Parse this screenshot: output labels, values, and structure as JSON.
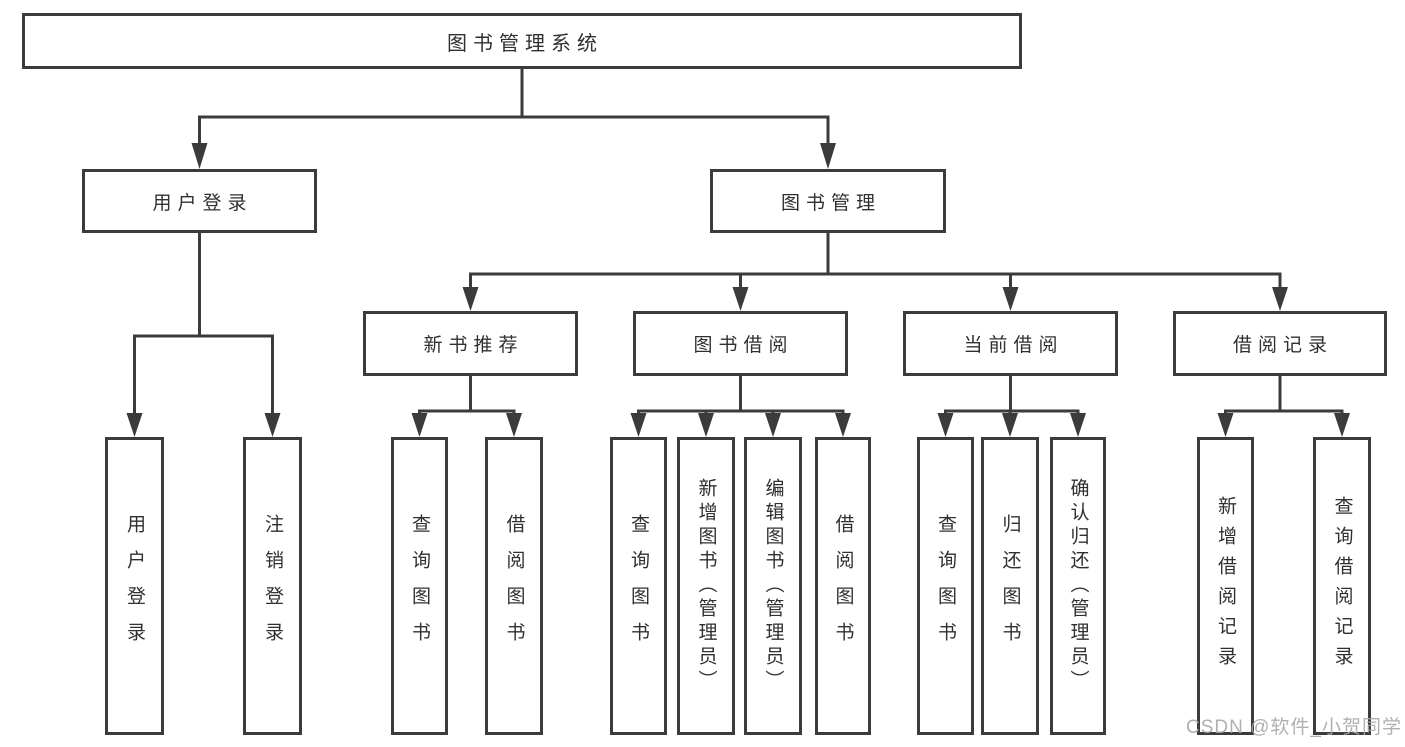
{
  "diagram": {
    "root": {
      "label": "图书管理系统"
    },
    "level2": [
      {
        "label": "用户登录"
      },
      {
        "label": "图书管理"
      }
    ],
    "level3": [
      {
        "label": "新书推荐"
      },
      {
        "label": "图书借阅"
      },
      {
        "label": "当前借阅"
      },
      {
        "label": "借阅记录"
      }
    ],
    "leaves": [
      {
        "label": "用户登录"
      },
      {
        "label": "注销登录"
      },
      {
        "label": "查询图书"
      },
      {
        "label": "借阅图书"
      },
      {
        "label": "查询图书"
      },
      {
        "label": "新增图书（管理员）"
      },
      {
        "label": "编辑图书（管理员）"
      },
      {
        "label": "借阅图书"
      },
      {
        "label": "查询图书"
      },
      {
        "label": "归还图书"
      },
      {
        "label": "确认归还（管理员）"
      },
      {
        "label": "新增借阅记录"
      },
      {
        "label": "查询借阅记录"
      }
    ],
    "colors": {
      "line": "#3b3b3b",
      "text": "#303030",
      "background": "#ffffff",
      "watermark": "#a8a8a8"
    },
    "watermark": "CSDN @软件_小贺同学"
  }
}
